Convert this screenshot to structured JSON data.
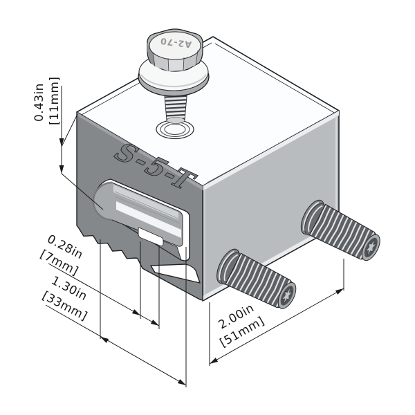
{
  "product": {
    "model_label": "S-5-T",
    "bolt_head_marking": "A2-70"
  },
  "dimensions": {
    "top_height": {
      "inches": "0.43in",
      "metric": "[11mm]"
    },
    "seam_opening": {
      "inches": "0.28in",
      "metric": "[7mm]"
    },
    "slot_opening": {
      "inches": "1.30in",
      "metric": "[33mm]"
    },
    "body_depth": {
      "inches": "2.00in",
      "metric": "[51mm]"
    }
  },
  "colors": {
    "background": "#ffffff",
    "front_face": "#85888b",
    "right_face": "#b9bcbf",
    "top_face": "#fcfdfe",
    "insert": "#a6a9ac",
    "screw_body": "#5d6064",
    "line": "#1a1a1a"
  }
}
